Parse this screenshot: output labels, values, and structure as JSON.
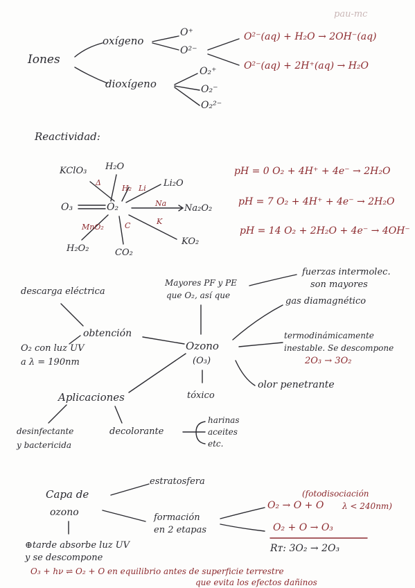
{
  "header_mark": "pau-mc",
  "iones": {
    "root": "Iones",
    "oxigeno": "oxígeno",
    "dioxigeno": "dioxígeno",
    "o_plus": "O⁺",
    "o_2minus": "O²⁻",
    "o2_plus": "O₂⁺",
    "o2_minus": "O₂⁻",
    "o2_2minus": "O₂²⁻",
    "eq1": "O²⁻(aq) + H₂O → 2OH⁻(aq)",
    "eq2": "O²⁻(aq) + 2H⁺(aq) → H₂O"
  },
  "reactividad": {
    "title": "Reactividad:",
    "kclo3": "KClO₃",
    "h2o_top": "H₂O",
    "licl": "Li₂O",
    "o3": "O₃",
    "o2": "O₂",
    "na2o2": "Na₂O₂",
    "ko2": "KO₂",
    "h2o2": "H₂O₂",
    "co2": "CO₂",
    "lbl_delta": "Δ",
    "lbl_h2": "H₂",
    "lbl_li": "Li",
    "lbl_na": "Na",
    "lbl_mno2": "MnO₂",
    "lbl_c": "C",
    "lbl_k": "K",
    "ph0": "pH = 0   O₂ + 4H⁺ + 4e⁻ → 2H₂O",
    "ph7": "pH = 7   O₂ + 4H⁺ + 4e⁻ → 2H₂O",
    "ph14": "pH = 14   O₂ + 2H₂O + 4e⁻ → 4OH⁻"
  },
  "ozono": {
    "center": "Ozono",
    "formula": "(O₃)",
    "obtencion": "obtención",
    "descarga": "descarga eléctrica",
    "luz_uv_1": "O₂ con luz UV",
    "luz_uv_2": "a λ = 190nm",
    "mayores_1": "Mayores PF y PE",
    "mayores_2": "que O₂, así que",
    "fuerzas_1": "fuerzas intermolec.",
    "fuerzas_2": "son mayores",
    "diamagnetico": "gas diamagnético",
    "termo_1": "termodinámicamente",
    "termo_2": "inestable. Se descompone",
    "termo_eq": "2O₃ → 3O₂",
    "olor": "olor penetrante",
    "toxico": "tóxico",
    "aplicaciones": "Aplicaciones",
    "desinfectante_1": "desinfectante",
    "desinfectante_2": "y bactericida",
    "decolorante": "decolorante",
    "harinas": "harinas",
    "aceites": "aceites",
    "etc": "etc."
  },
  "capa": {
    "title_1": "Capa de",
    "title_2": "ozono",
    "estratosfera": "estratosfera",
    "formacion_1": "formación",
    "formacion_2": "en 2 etapas",
    "fotodisoc": "(fotodisociación",
    "lambda": "λ < 240nm)",
    "eq_a": "O₂ → O + O",
    "eq_b": "O₂ + O → O₃",
    "rt": "Rᴛ: 3O₂ → 2O₃",
    "tarde_1": "⊕tarde absorbe luz UV",
    "tarde_2": "y se descompone",
    "eq_final": "O₃ + hν ⇌ O₂ + O   en equilibrio antes de superficie terrestre",
    "eq_final_2": "que evita los efectos dañinos"
  }
}
